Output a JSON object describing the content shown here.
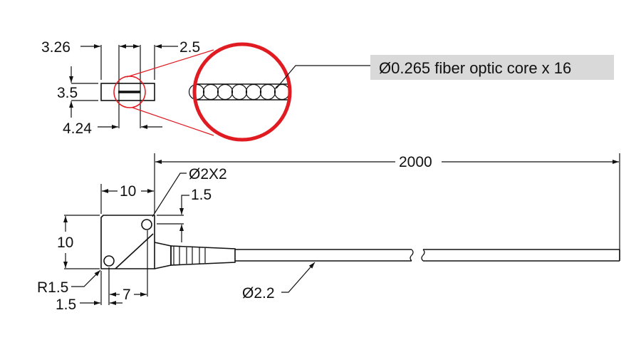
{
  "top_view": {
    "dim_width_left": "3.26",
    "dim_gap_right": "2.5",
    "dim_height": "3.5",
    "dim_width_core": "4.24"
  },
  "callout": {
    "label": "Ø0.265 fiber optic core x 16",
    "fiber_count": 16
  },
  "side_view": {
    "dim_cable_length": "2000",
    "dim_body_width": "10",
    "dim_body_height": "10",
    "dim_holes": "Ø2X2",
    "dim_hole_offset_top": "1.5",
    "dim_corner_radius": "R1.5",
    "dim_hole_offset_left": "1.5",
    "dim_hole_spacing": "7",
    "dim_cable_diameter": "Ø2.2"
  },
  "colors": {
    "highlight": "#e11b22",
    "callout_bg": "#d9d9d9"
  }
}
